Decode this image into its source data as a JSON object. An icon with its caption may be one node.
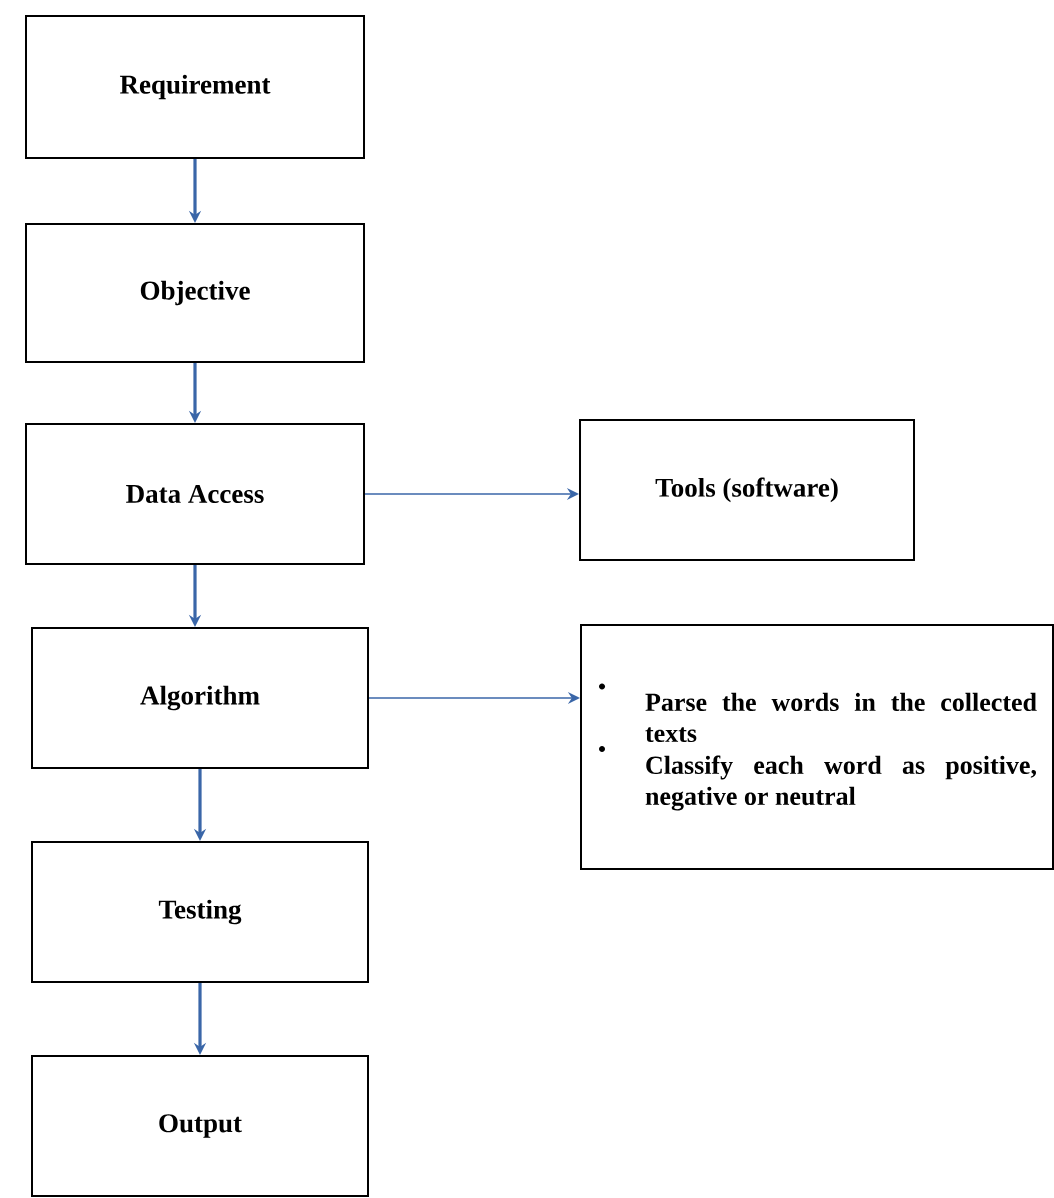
{
  "diagram": {
    "nodes": [
      {
        "text": [
          "Requirement"
        ]
      },
      {
        "text": [
          "Objective"
        ]
      },
      {
        "text": [
          "Data Access"
        ]
      },
      {
        "text": [
          "Tools (software)"
        ]
      },
      {
        "text": [
          "Algorithm"
        ]
      },
      {
        "text": [
          "Parse the words in the collected texts",
          "Classify each word as positive, negative or neutral"
        ]
      },
      {
        "text": [
          "Testing"
        ]
      },
      {
        "text": [
          "Output"
        ]
      }
    ],
    "edges": [
      {
        "from": 0,
        "to": 1,
        "arrow": "to"
      },
      {
        "from": 1,
        "to": 2,
        "arrow": "to"
      },
      {
        "from": 2,
        "to": 3,
        "arrow": "to"
      },
      {
        "from": 2,
        "to": 4,
        "arrow": "to"
      },
      {
        "from": 4,
        "to": 5,
        "arrow": "to"
      },
      {
        "from": 4,
        "to": 6,
        "arrow": "to"
      },
      {
        "from": 6,
        "to": 7,
        "arrow": "to"
      }
    ]
  }
}
